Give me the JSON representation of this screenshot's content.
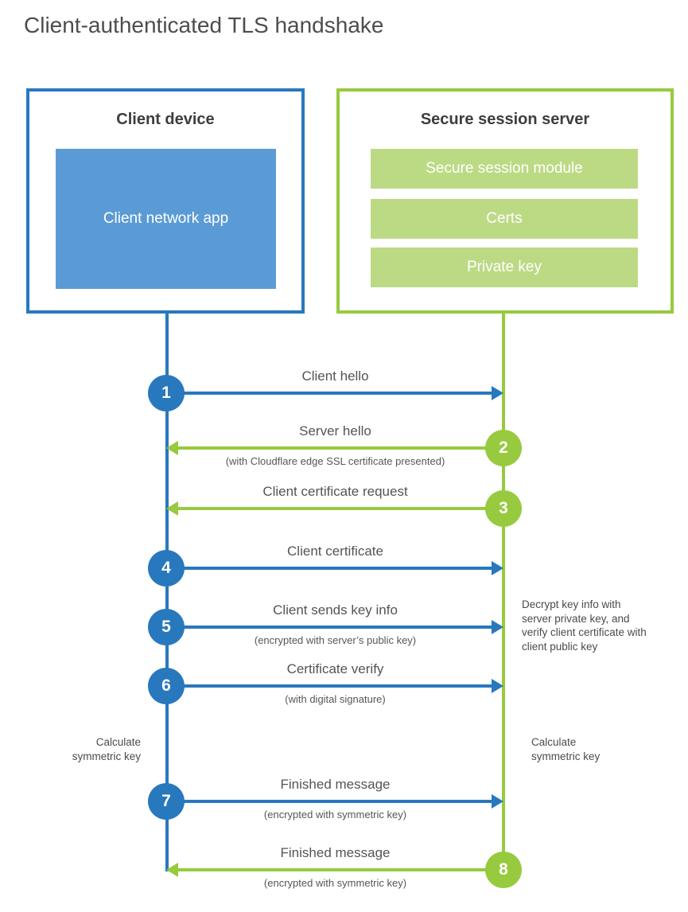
{
  "page": {
    "title": "Client-authenticated TLS handshake"
  },
  "client": {
    "title": "Client device",
    "app_label": "Client network app"
  },
  "server": {
    "title": "Secure session server",
    "modules": [
      "Secure session module",
      "Certs",
      "Private key"
    ]
  },
  "messages": [
    {
      "num": "1",
      "from": "client",
      "label": "Client hello",
      "sub": ""
    },
    {
      "num": "2",
      "from": "server",
      "label": "Server hello",
      "sub": "(with Cloudflare edge SSL certificate presented)"
    },
    {
      "num": "3",
      "from": "server",
      "label": "Client certificate request",
      "sub": ""
    },
    {
      "num": "4",
      "from": "client",
      "label": "Client certificate",
      "sub": ""
    },
    {
      "num": "5",
      "from": "client",
      "label": "Client sends key info",
      "sub": "(encrypted with server’s public key)"
    },
    {
      "num": "6",
      "from": "client",
      "label": "Certificate verify",
      "sub": "(with digital signature)"
    },
    {
      "num": "7",
      "from": "client",
      "label": "Finished message",
      "sub": "(encrypted with symmetric key)"
    },
    {
      "num": "8",
      "from": "server",
      "label": "Finished message",
      "sub": "(encrypted with symmetric key)"
    }
  ],
  "annotations": {
    "decrypt_note": "Decrypt key info with server private key, and verify client certificate with client public key",
    "calc_left_line1": "Calculate",
    "calc_left_line2": "symmetric key",
    "calc_right_line1": "Calculate",
    "calc_right_line2": "symmetric key"
  },
  "colors": {
    "blue": "#2878be",
    "blue_fill": "#5b9bd5",
    "green": "#97ca3e",
    "green_fill": "#bcda84"
  }
}
